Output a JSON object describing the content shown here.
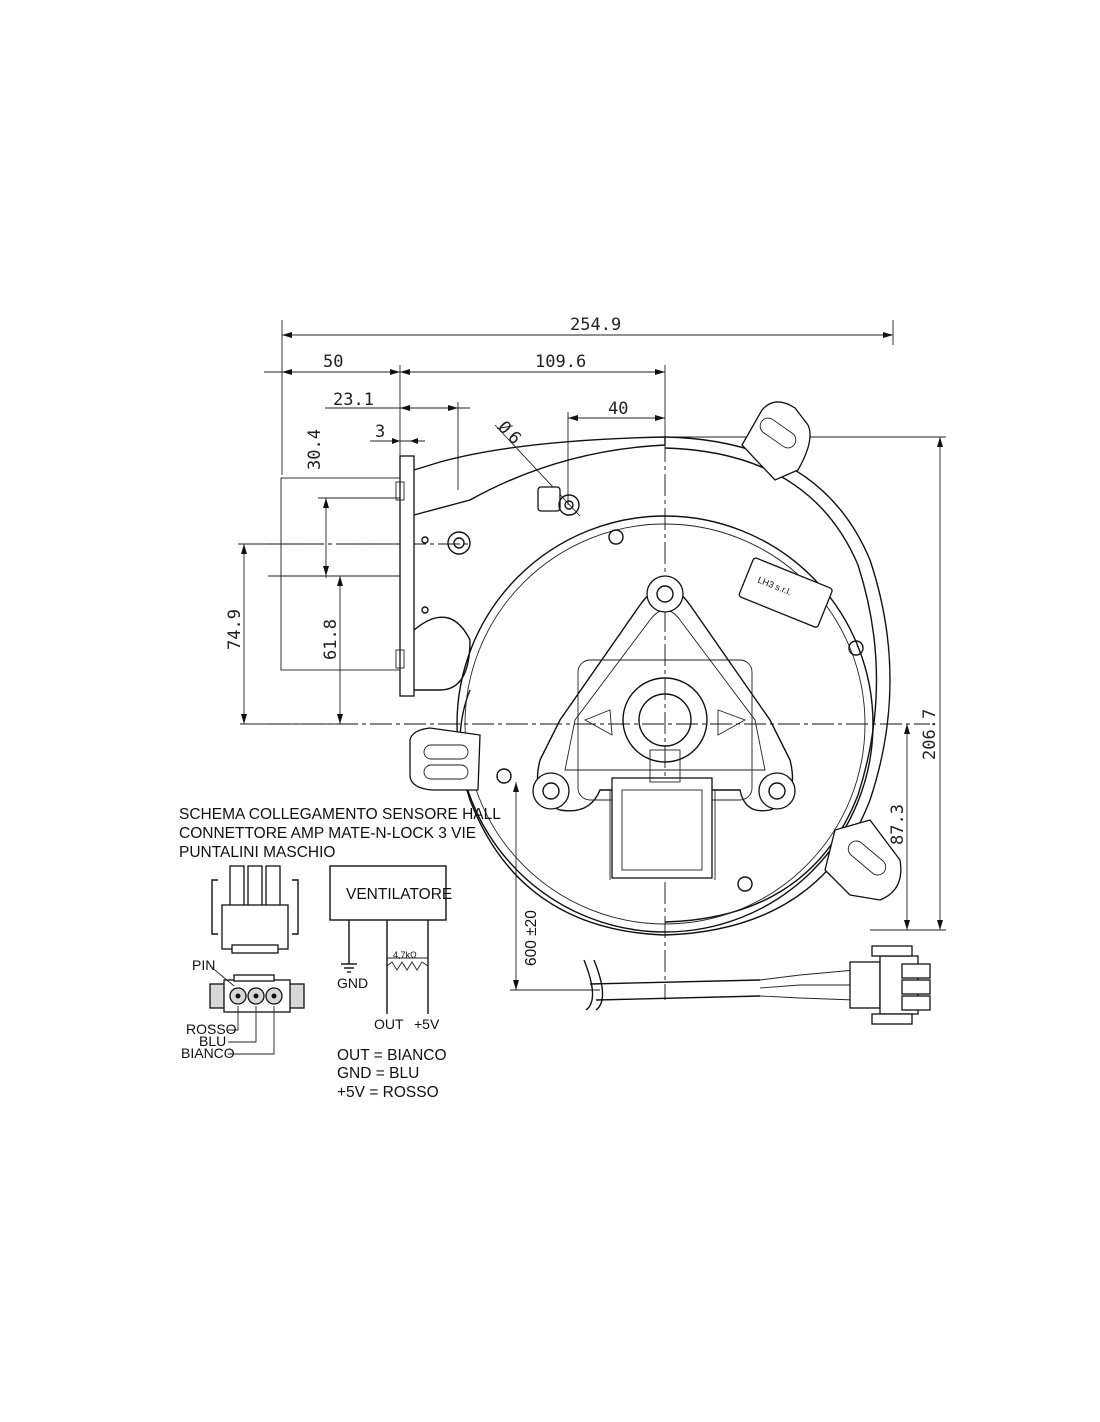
{
  "dimensions": {
    "overall_width": "254.9",
    "offset_50": "50",
    "offset_109": "109.6",
    "offset_23": "23.1",
    "offset_40": "40",
    "flange_3": "3",
    "hole_dia": "6",
    "height_30": "30.4",
    "height_74": "74.9",
    "height_61": "61.8",
    "height_206": "206.7",
    "height_87": "87.3",
    "cable_length": "600 ±20"
  },
  "motor_label": "LH3 s.r.l.",
  "hall_scheme": {
    "title_line1": "SCHEMA COLLEGAMENTO SENSORE HALL",
    "title_line2": "CONNETTORE AMP MATE-N-LOCK 3 VIE",
    "title_line3": "PUNTALINI MASCHIO",
    "pin_label": "PIN",
    "wire_rosso": "ROSSO",
    "wire_blu": "BLU",
    "wire_bianco": "BIANCO",
    "box_label": "VENTILATORE",
    "resistor_label": "4,7kΩ",
    "gnd_label": "GND",
    "out_label": "OUT",
    "v5_label": "+5V",
    "legend_out": "OUT = BIANCO",
    "legend_gnd": "GND = BLU",
    "legend_5v": "+5V  = ROSSO"
  }
}
